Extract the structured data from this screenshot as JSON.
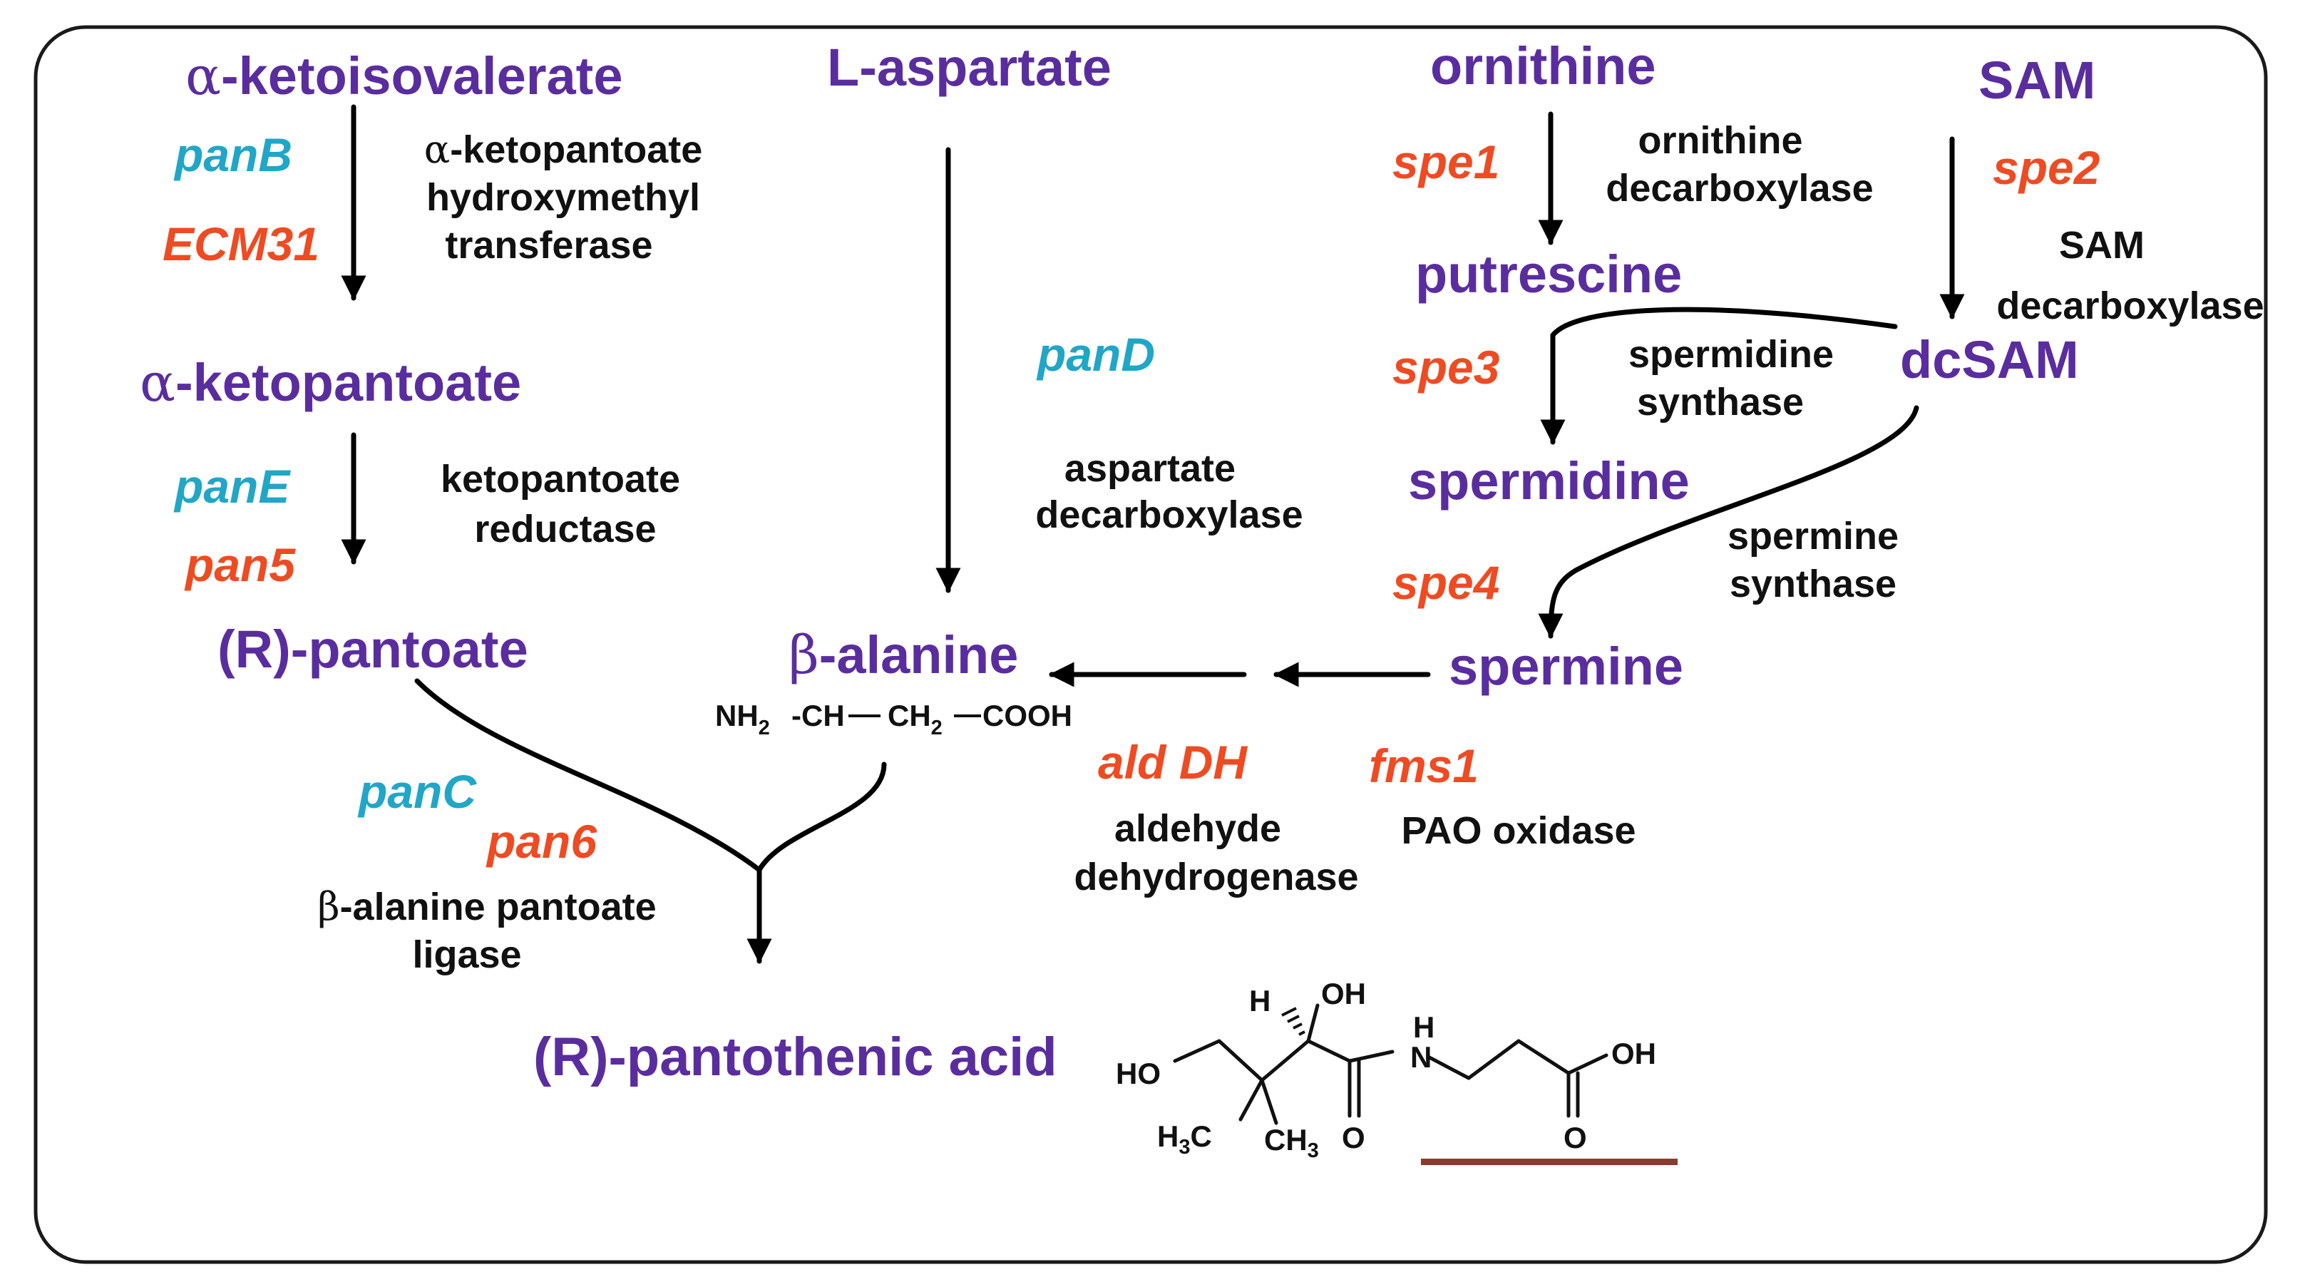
{
  "colors": {
    "metabolite": "#5A2D9F",
    "gene_bacterial": "#21A6C7",
    "gene_yeast": "#EE4B23",
    "enzyme": "#111111",
    "arrow": "#000000",
    "frame": "#1A1A1A",
    "underline": "#8B3A2F"
  },
  "metabolites": {
    "ketoisovalerate_greek": "α",
    "ketoisovalerate_rest": "-ketoisovalerate",
    "ketopantoate_greek": "α",
    "ketopantoate_rest": "-ketopantoate",
    "pantoate": "(R)-pantoate",
    "aspartate": "L-aspartate",
    "alanine_greek": "β",
    "alanine_rest": "-alanine",
    "ornithine": "ornithine",
    "putrescine": "putrescine",
    "spermidine": "spermidine",
    "spermine": "spermine",
    "sam": "SAM",
    "dcsam": "dcSAM",
    "pantothenic_acid": "(R)-pantothenic acid"
  },
  "genes": {
    "panB": "panB",
    "ecm31": "ECM31",
    "panE": "panE",
    "pan5": "pan5",
    "panD": "panD",
    "spe1": "spe1",
    "spe2": "spe2",
    "spe3": "spe3",
    "spe4": "spe4",
    "aldDH": "ald DH",
    "fms1": "fms1",
    "panC": "panC",
    "pan6": "pan6"
  },
  "enzymes": {
    "kphmt_greek": "α",
    "kphmt_line1_rest": "-ketopantoate",
    "kphmt_line2": "hydroxymethyl",
    "kphmt_line3": "transferase",
    "kpr_line1": "ketopantoate",
    "kpr_line2": "reductase",
    "adc_line1": "aspartate",
    "adc_line2": "decarboxylase",
    "odc_line1": "ornithine",
    "odc_line2": "decarboxylase",
    "samdc_line1": "SAM",
    "samdc_line2": "decarboxylase",
    "spds_line1": "spermidine",
    "spds_line2": "synthase",
    "spms_line1": "spermine",
    "spms_line2": "synthase",
    "aldh_line1": "aldehyde",
    "aldh_line2": "dehydrogenase",
    "pao": "PAO oxidase",
    "ligase_greek": "β",
    "ligase_line1_rest": "-alanine pantoate",
    "ligase_line2": "ligase"
  },
  "formula_alanine": {
    "nh": "NH",
    "nh_sub": "2",
    "ch": "-CH",
    "ch2": "CH",
    "ch2_sub": "2",
    "cooh": "COOH"
  },
  "structure_pantothenate": {
    "h_chiral": "H",
    "oh_top": "OH",
    "ho_left": "HO",
    "h3c_h3": "H",
    "h3c_3": "3",
    "h3c_c": "C",
    "ch3_ch": "CH",
    "ch3_3": "3",
    "o_amide": "O",
    "nh_h": "H",
    "nh_n": "N",
    "oh_acid": "OH",
    "o_acid": "O"
  }
}
